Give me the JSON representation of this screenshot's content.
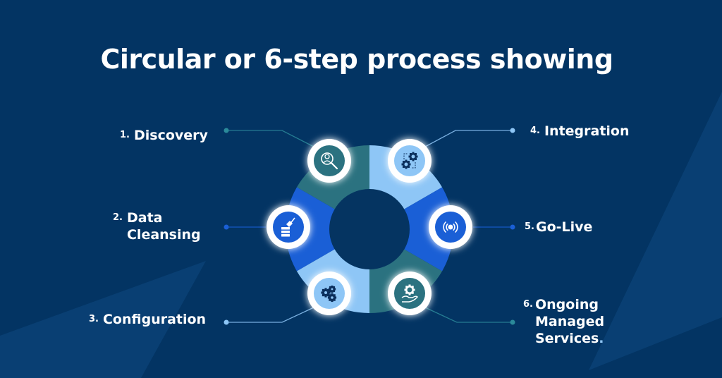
{
  "title": "Circular or 6-step process showing",
  "colors": {
    "background": "#033463",
    "background_accent": "#0b4276",
    "teal": "#2b7280",
    "light_blue": "#8ec6f6",
    "royal_blue": "#1a5fd6",
    "center": "#053461",
    "ring_white": "#ffffff"
  },
  "steps": [
    {
      "number": "1.",
      "label": "Discovery",
      "icon": "user-search-icon",
      "segment_color": "teal",
      "icon_bg": "teal",
      "line_color": "#2b8a9a"
    },
    {
      "number": "2.",
      "label": "Data\nCleansing",
      "icon": "database-broom-icon",
      "segment_color": "royal_blue",
      "icon_bg": "royal_blue",
      "line_color": "#1a5fd6"
    },
    {
      "number": "3.",
      "label": "Configuration",
      "icon": "gears-icon",
      "segment_color": "light_blue",
      "icon_bg": "light_blue",
      "line_color": "#8ec6f6"
    },
    {
      "number": "4.",
      "label": "Integration",
      "icon": "gears-sync-icon",
      "segment_color": "light_blue",
      "icon_bg": "light_blue",
      "line_color": "#8ec6f6"
    },
    {
      "number": "5.",
      "label": "Go-Live",
      "icon": "broadcast-icon",
      "segment_color": "royal_blue",
      "icon_bg": "royal_blue",
      "line_color": "#1a5fd6"
    },
    {
      "number": "6.",
      "label": "Ongoing\nManaged\nServices",
      "label_suffix": ".",
      "icon": "hand-gear-icon",
      "segment_color": "teal",
      "icon_bg": "teal",
      "line_color": "#2b8a9a"
    }
  ]
}
